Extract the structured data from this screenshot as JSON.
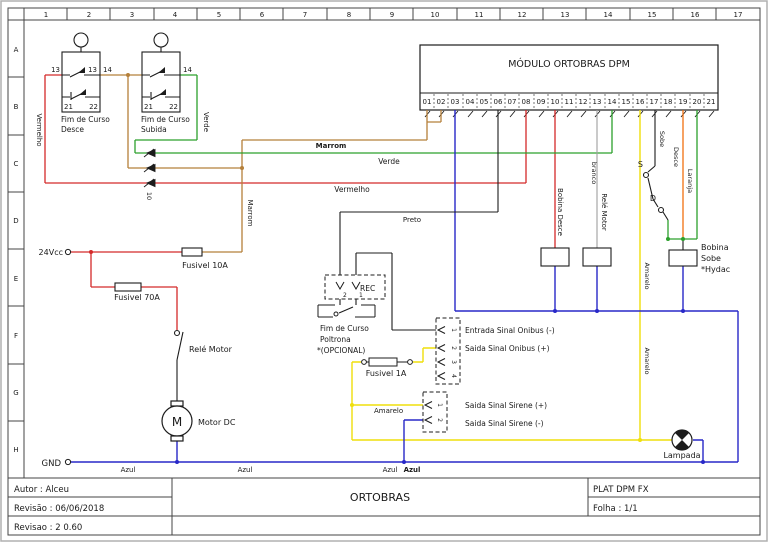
{
  "colors": {
    "vermelho": "#d42a2a",
    "verde": "#2ca02c",
    "marrom": "#b5803a",
    "laranja": "#f07010",
    "azul": "#2828c8",
    "amarelo": "#efdf0c",
    "preto": "#1c1c1c",
    "branco": "#9f9f9f",
    "border": "#444444"
  },
  "ruler": {
    "cols": [
      "1",
      "2",
      "3",
      "4",
      "5",
      "6",
      "7",
      "8",
      "9",
      "10",
      "11",
      "12",
      "13",
      "14",
      "15",
      "16",
      "17"
    ],
    "rows": [
      "A",
      "B",
      "C",
      "D",
      "E",
      "F",
      "G",
      "H"
    ]
  },
  "module": {
    "title": "MÓDULO ORTOBRAS DPM",
    "terminals": [
      "01",
      "02",
      "03",
      "04",
      "05",
      "06",
      "07",
      "08",
      "09",
      "10",
      "11",
      "12",
      "13",
      "14",
      "15",
      "16",
      "17",
      "18",
      "19",
      "20",
      "21"
    ]
  },
  "limit_switch_desce": {
    "line1": "Fim de Curso",
    "line2": "Desce",
    "t13_left": "13",
    "t13_inner": "13",
    "t14": "14",
    "t21": "21",
    "t22": "22"
  },
  "limit_switch_subida": {
    "line1": "Fim de Curso",
    "line2": "Subida",
    "t14": "14",
    "t21": "21",
    "t22": "22"
  },
  "power": {
    "v24": "24Vcc",
    "gnd": "GND"
  },
  "fuses": {
    "f10": "Fusivel 10A",
    "f70": "Fusivel 70A",
    "f1": "Fusivel 1A"
  },
  "rele_motor_label": "Relé Motor",
  "motor": {
    "label": "Motor DC",
    "letter": "M"
  },
  "wire_labels": {
    "vermelho": "Vermelho",
    "verde": "Verde",
    "marrom": "Marrom",
    "preto": "Preto",
    "azul": "Azul",
    "amarelo": "Amarelo",
    "branco": "branco",
    "sobe": "Sobe",
    "desce": "Desce",
    "laranja": "Laranja",
    "gauge": "10"
  },
  "rec": {
    "label": "REC",
    "pin_left": "2",
    "pin_right": "1"
  },
  "poltrona": {
    "line1": "Fim de Curso",
    "line2": "Poltrona",
    "line3": "*(OPCIONAL)"
  },
  "bobina_desce_label": "Bobina Desce",
  "bobina_sobe": {
    "line1": "Bobina",
    "line2": "Sobe",
    "line3": "*Hydac"
  },
  "switches": {
    "s": "S",
    "d": "D"
  },
  "lamp_label": "Lampada",
  "connector_onibus": {
    "pins": [
      "1",
      "2",
      "3",
      "4"
    ],
    "label1": "Entrada Sinal Onibus (-)",
    "label2": "Saida Sinal Onibus (+)"
  },
  "connector_sirene": {
    "pins": [
      "1",
      "2"
    ],
    "label1": "Saida Sinal Sirene (+)",
    "label2": "Saida Sinal Sirene (-)"
  },
  "title_block": {
    "autor": "Autor : Alceu",
    "revisao": "Revisão : 06/06/2018",
    "versao": "Revisao : 2 0.60",
    "empresa": "ORTOBRAS",
    "projeto": "PLAT DPM FX",
    "folha": "Folha : 1/1"
  }
}
